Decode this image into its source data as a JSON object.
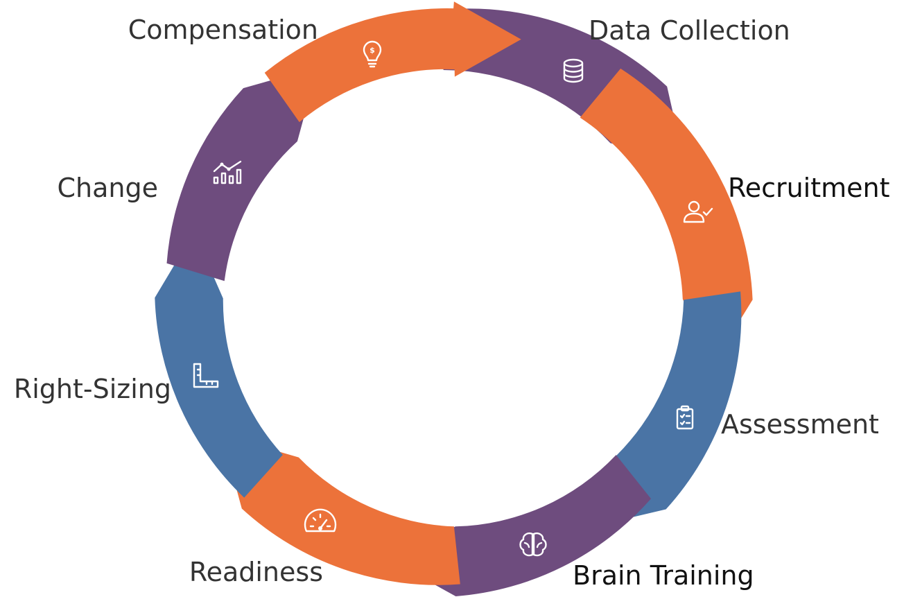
{
  "colors": {
    "orange": "#EC723A",
    "purple": "#6E4C7E",
    "blue": "#4A74A5",
    "label_text": "#333333"
  },
  "stages": [
    {
      "label": "Data Collection",
      "color": "purple",
      "icon": "database-icon"
    },
    {
      "label": "Recruitment",
      "color": "orange",
      "icon": "user-check-icon"
    },
    {
      "label": "Assessment",
      "color": "blue",
      "icon": "clipboard-list-icon"
    },
    {
      "label": "Brain Training",
      "color": "purple",
      "icon": "brain-icon"
    },
    {
      "label": "Readiness",
      "color": "orange",
      "icon": "speedometer-icon"
    },
    {
      "label": "Right-Sizing",
      "color": "blue",
      "icon": "ruler-square-icon"
    },
    {
      "label": "Change",
      "color": "purple",
      "icon": "chart-trend-icon"
    },
    {
      "label": "Compensation",
      "color": "orange",
      "icon": "lightbulb-dollar-icon"
    }
  ],
  "icon_glyphs": {
    "dollar": "$"
  }
}
